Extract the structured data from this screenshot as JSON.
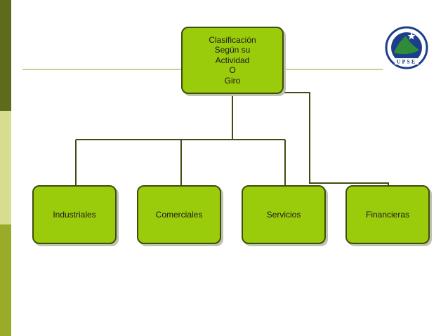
{
  "root": {
    "lines": [
      "Clasificación",
      "Según su",
      "Actividad",
      "O",
      "Giro"
    ]
  },
  "children": [
    {
      "label": "Industriales"
    },
    {
      "label": "Comerciales"
    },
    {
      "label": "Servicios"
    },
    {
      "label": "Financieras"
    }
  ],
  "logo": {
    "text": "UPSE"
  },
  "colors": {
    "node_fill": "#9bcc0c",
    "node_border": "#3d4e10",
    "connector": "#3d4e10",
    "sidebar_dark": "#5f6b1c",
    "sidebar_light": "#d6dd90",
    "sidebar_mid": "#9aab28"
  }
}
